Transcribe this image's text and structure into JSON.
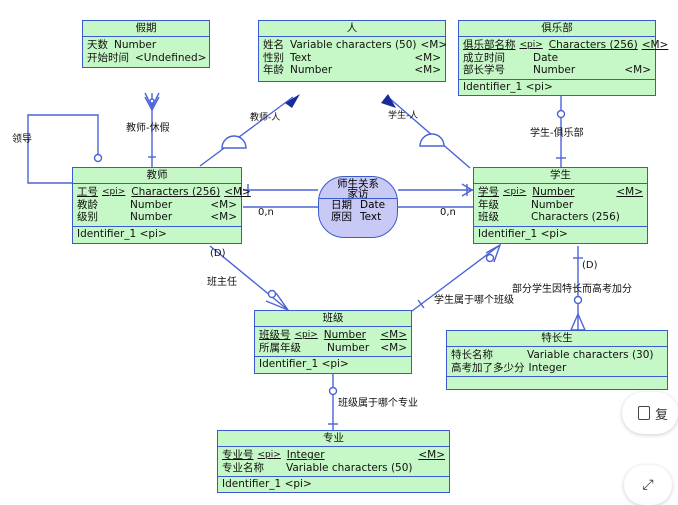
{
  "entities": {
    "jiaqi": {
      "title": "假期",
      "rows": [
        {
          "n": "天数",
          "t": "Number"
        },
        {
          "n": "开始时间",
          "t": "<Undefined>"
        }
      ]
    },
    "ren": {
      "title": "人",
      "rows": [
        {
          "n": "姓名",
          "t": "Variable characters (50)",
          "m": "<M>"
        },
        {
          "n": "性别",
          "t": "Text",
          "m": "<M>"
        },
        {
          "n": "年龄",
          "t": "Number",
          "m": "<M>"
        }
      ]
    },
    "julebu": {
      "title": "俱乐部",
      "rows": [
        {
          "n": "俱乐部名称",
          "k": "<pi>",
          "t": "Characters (256)",
          "m": "<M>",
          "ul": true
        },
        {
          "n": "成立时间",
          "t": "Date"
        },
        {
          "n": "部长学号",
          "t": "Number",
          "m": "<M>"
        }
      ],
      "identifier": "Identifier_1  <pi>"
    },
    "jiaoshi": {
      "title": "教师",
      "rows": [
        {
          "n": "工号",
          "k": "<pi>",
          "t": "Characters (256)",
          "m": "<M>",
          "ul": true
        },
        {
          "n": "教龄",
          "t": "Number",
          "m": "<M>"
        },
        {
          "n": "级别",
          "t": "Number",
          "m": "<M>"
        }
      ],
      "identifier": "Identifier_1  <pi>"
    },
    "xuesheng": {
      "title": "学生",
      "rows": [
        {
          "n": "学号",
          "k": "<pi>",
          "t": "Number",
          "m": "<M>",
          "ul": true
        },
        {
          "n": "年级",
          "t": "Number"
        },
        {
          "n": "班级",
          "t": "Characters (256)"
        }
      ],
      "identifier": "Identifier_1  <pi>"
    },
    "banji": {
      "title": "班级",
      "rows": [
        {
          "n": "班级号",
          "k": "<pi>",
          "t": "Number",
          "m": "<M>",
          "ul": true
        },
        {
          "n": "所属年级",
          "t": "Number",
          "m": "<M>"
        }
      ],
      "identifier": "Identifier_1  <pi>"
    },
    "techangsheng": {
      "title": "特长生",
      "rows": [
        {
          "n": "特长名称",
          "t": "Variable characters (30)"
        },
        {
          "n": "高考加了多少分",
          "t": "Integer"
        }
      ]
    },
    "zhuanye": {
      "title": "专业",
      "rows": [
        {
          "n": "专业号",
          "k": "<pi>",
          "t": "Integer",
          "m": "<M>",
          "ul": true
        },
        {
          "n": "专业名称",
          "t": "Variable characters (50)"
        }
      ],
      "identifier": "Identifier_1  <pi>"
    }
  },
  "association": {
    "title_line1": "师生关系",
    "title_line2": "家访",
    "rows": [
      {
        "n": "日期",
        "t": "Date"
      },
      {
        "n": "原因",
        "t": "Text"
      }
    ]
  },
  "labels": {
    "lingdao": "领导",
    "jiaoshi_xiujia": "教师-休假",
    "jiaoshi_ren": "教师-人",
    "xuesheng_ren": "学生-人",
    "xuesheng_julebu": "学生-俱乐部",
    "card_left": "0,n",
    "card_right": "0,n",
    "d_left": "(D)",
    "d_right": "(D)",
    "banzhuren": "班主任",
    "xuesheng_banji": "学生属于哪个班级",
    "techang_note": "部分学生因特长而高考加分",
    "banji_zhuanye": "班级属于哪个专业"
  },
  "floating_buttons": {
    "copy_label": "复",
    "copy_icon": "copy-icon",
    "expand_icon": "expand-icon"
  }
}
